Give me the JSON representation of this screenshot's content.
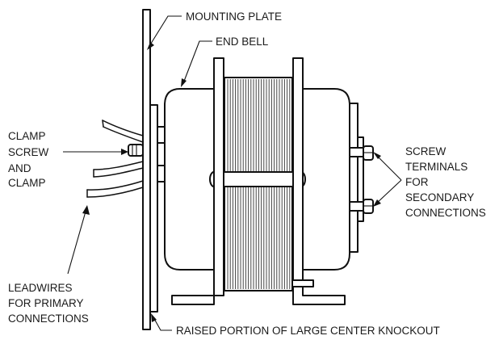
{
  "labels": {
    "mounting_plate": "MOUNTING PLATE",
    "end_bell": "END BELL",
    "clamp": [
      "CLAMP",
      "SCREW",
      "AND",
      "CLAMP"
    ],
    "screw_terminals": [
      "SCREW",
      "TERMINALS",
      "FOR",
      "SECONDARY",
      "CONNECTIONS"
    ],
    "leadwires": [
      "LEADWIRES",
      "FOR PRIMARY",
      "CONNECTIONS"
    ],
    "knockout": "RAISED PORTION OF LARGE CENTER KNOCKOUT"
  },
  "colors": {
    "ink": "#111111",
    "paper": "#ffffff"
  }
}
